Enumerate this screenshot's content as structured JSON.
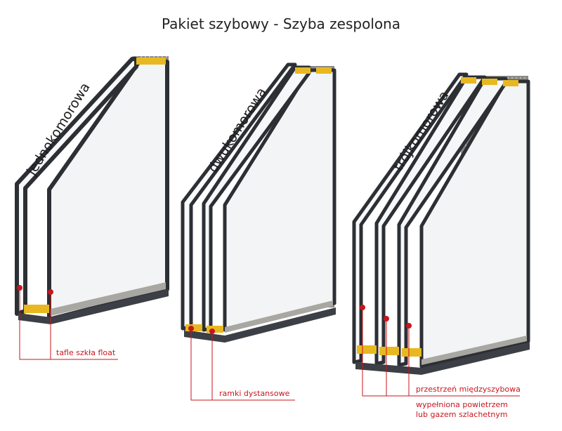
{
  "title": "Pakiet szybowy - Szyba zespolona",
  "units": [
    {
      "label": "jednokomorowa"
    },
    {
      "label": "dwukomorowa"
    },
    {
      "label": "trójkomorowa"
    }
  ],
  "callouts": {
    "glass": "tafle szkła float",
    "spacers": "ramki dystansowe",
    "cavity": "przestrzeń międzyszybowa",
    "filling_line1": "wypełniona powietrzem",
    "filling_line2": "lub gazem szlachetnym"
  },
  "colors": {
    "frame": "#3c3f45",
    "spacer": "#7d7b76",
    "desiccant": "#e8b820",
    "callout": "#c8161d"
  }
}
